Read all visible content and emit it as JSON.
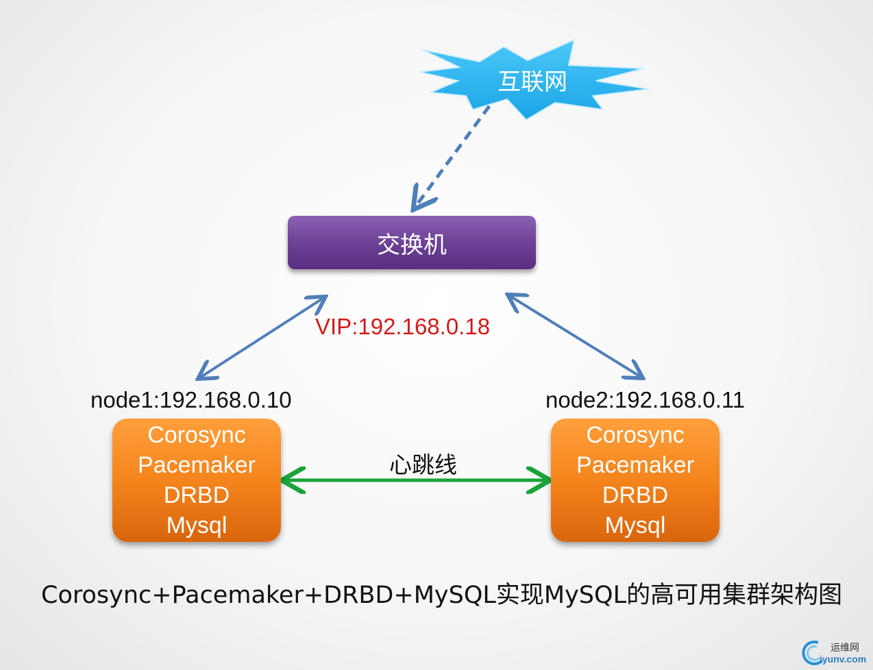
{
  "internet": {
    "label": "互联网"
  },
  "switch": {
    "label": "交换机"
  },
  "vip": {
    "label": "VIP:192.168.0.18"
  },
  "nodes": [
    {
      "label": "node1:192.168.0.10",
      "services": [
        "Corosync",
        "Pacemaker",
        "DRBD",
        "Mysql"
      ]
    },
    {
      "label": "node2:192.168.0.11",
      "services": [
        "Corosync",
        "Pacemaker",
        "DRBD",
        "Mysql"
      ]
    }
  ],
  "heartbeat": {
    "label": "心跳线"
  },
  "caption": "Corosync+Pacemaker+DRBD+MySQL实现MySQL的高可用集群架构图",
  "watermark": {
    "cn": "运维网",
    "en": "iyunv.com"
  },
  "colors": {
    "internet_burst": "#29b6f0",
    "switch": "#6b3f93",
    "node": "#f5841c",
    "vip_text": "#d01a1a",
    "link_arrows": "#4f7fb8",
    "heartbeat_arrow": "#1aa33a"
  }
}
